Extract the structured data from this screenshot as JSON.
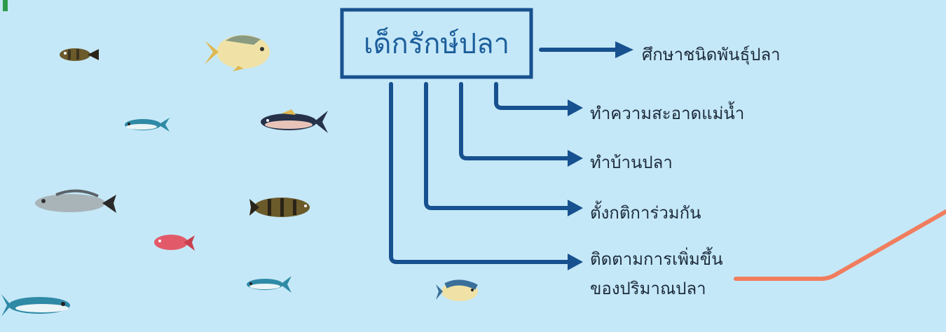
{
  "diagram": {
    "title": "เด็กรักษ์ปลา",
    "branches": [
      "ศึกษาชนิดพันธุ์ปลา",
      "ทำความสะอาดแม่น้ำ",
      "ทำบ้านปลา",
      "ตั้งกติการ่วมกัน",
      "ติดตามการเพิ่มขึ้น",
      "ของปริมาณปลา"
    ]
  },
  "colors": {
    "background": "#c5e8f8",
    "primary": "#17518f",
    "accent_line": "#f07d5e",
    "corner_mark": "#2e9a4a"
  },
  "decor": {
    "icons": [
      "fish-icon"
    ]
  }
}
